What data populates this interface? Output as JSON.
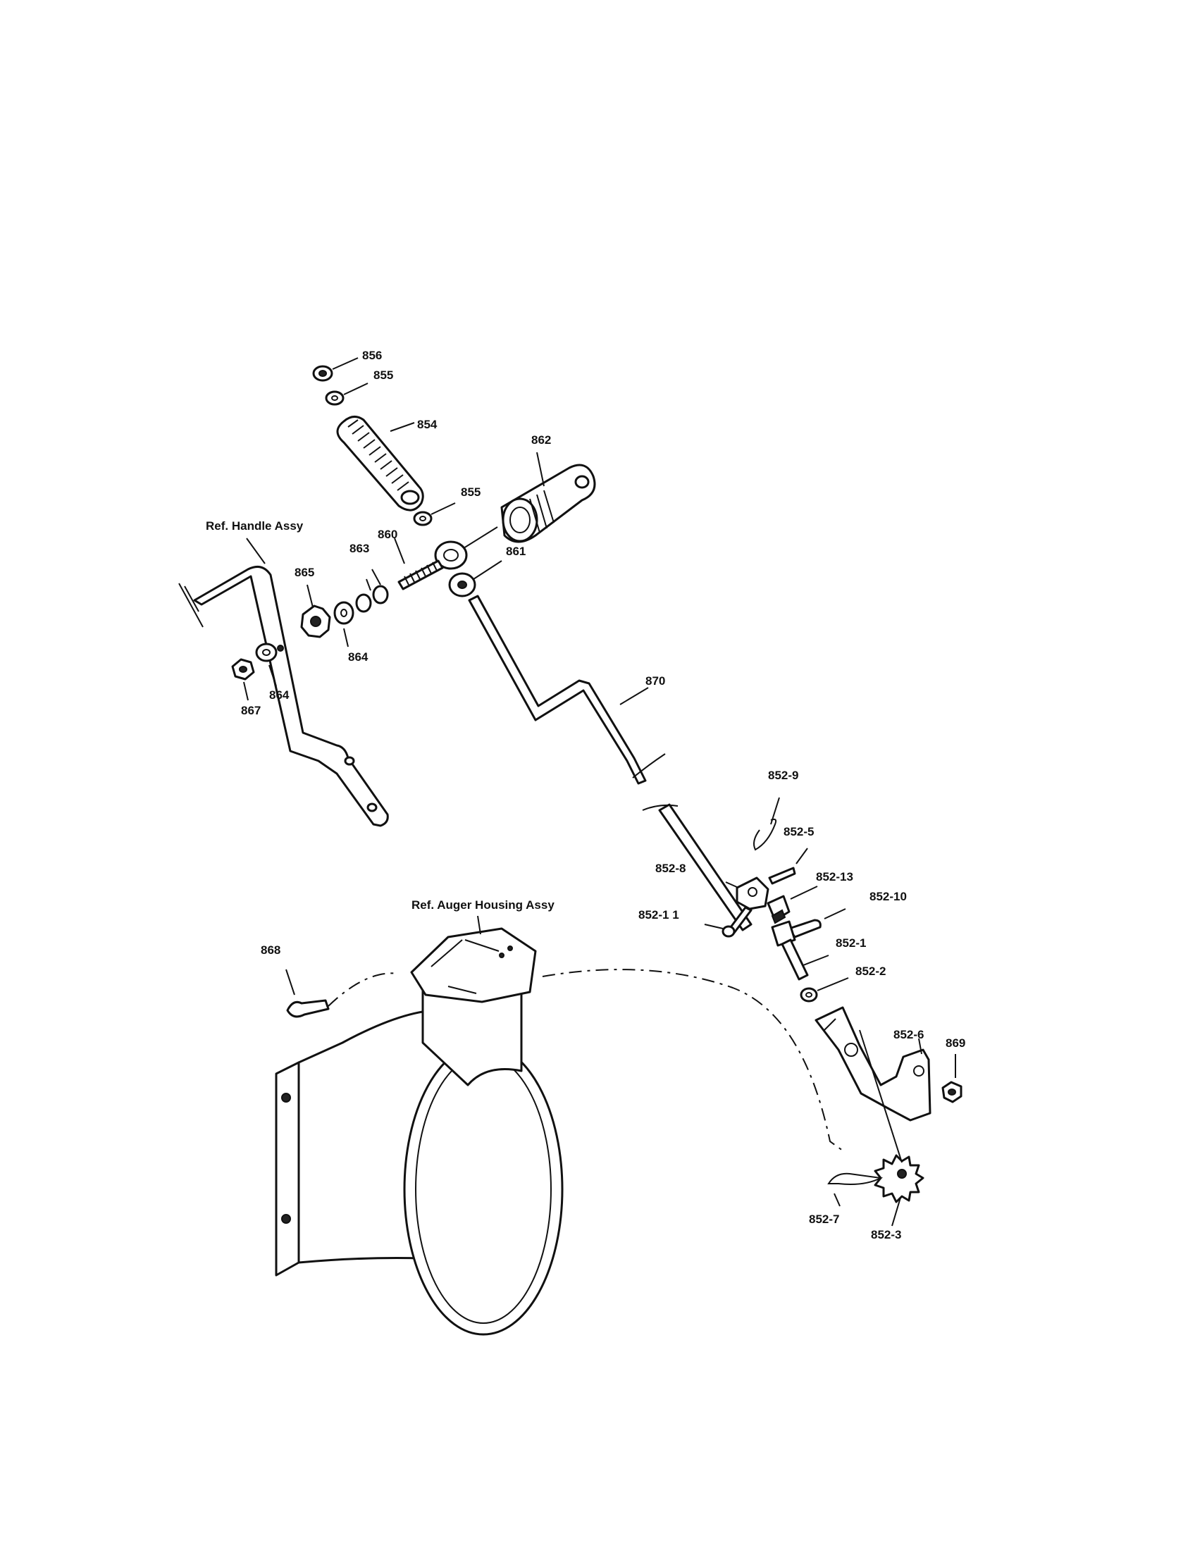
{
  "diagram": {
    "references": {
      "handle": "Ref. Handle Assy",
      "auger_housing": "Ref. Auger Housing Assy"
    },
    "parts": [
      {
        "key": "p856",
        "label": "856"
      },
      {
        "key": "p855a",
        "label": "855"
      },
      {
        "key": "p854",
        "label": "854"
      },
      {
        "key": "p855b",
        "label": "855"
      },
      {
        "key": "p862",
        "label": "862"
      },
      {
        "key": "p860",
        "label": "860"
      },
      {
        "key": "p863",
        "label": "863"
      },
      {
        "key": "p861",
        "label": "861"
      },
      {
        "key": "p865",
        "label": "865"
      },
      {
        "key": "p864a",
        "label": "864"
      },
      {
        "key": "p864b",
        "label": "864"
      },
      {
        "key": "p867",
        "label": "867"
      },
      {
        "key": "p870",
        "label": "870"
      },
      {
        "key": "p852_9",
        "label": "852-9"
      },
      {
        "key": "p852_5",
        "label": "852-5"
      },
      {
        "key": "p852_8",
        "label": "852-8"
      },
      {
        "key": "p852_13",
        "label": "852-13"
      },
      {
        "key": "p852_10",
        "label": "852-10"
      },
      {
        "key": "p852_11",
        "label": "852-1 1"
      },
      {
        "key": "p852_1",
        "label": "852-1"
      },
      {
        "key": "p852_2",
        "label": "852-2"
      },
      {
        "key": "p868",
        "label": "868"
      },
      {
        "key": "p852_6",
        "label": "852-6"
      },
      {
        "key": "p869",
        "label": "869"
      },
      {
        "key": "p852_7",
        "label": "852-7"
      },
      {
        "key": "p852_3",
        "label": "852-3"
      }
    ]
  }
}
